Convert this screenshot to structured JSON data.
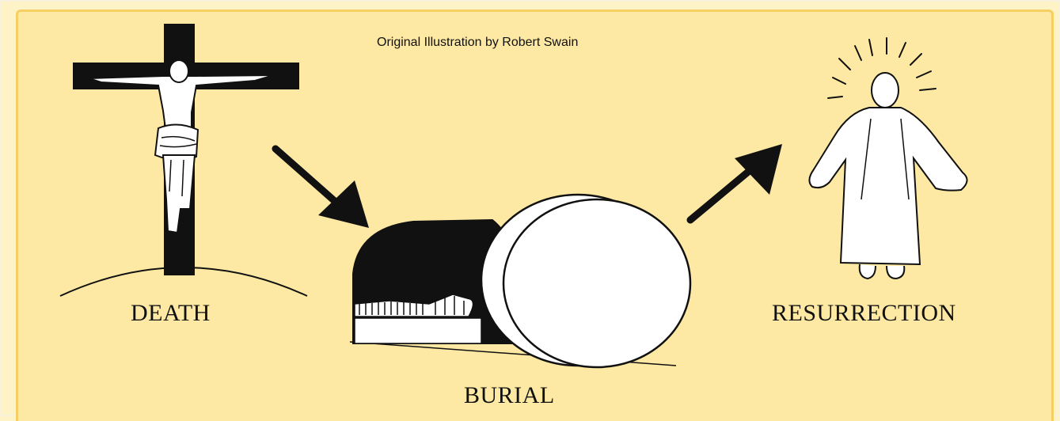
{
  "credit": "Original Illustration by Robert Swain",
  "stages": [
    {
      "id": "death",
      "label": "DEATH"
    },
    {
      "id": "burial",
      "label": "BURIAL"
    },
    {
      "id": "resurrection",
      "label": "RESURRECTION"
    }
  ],
  "colors": {
    "panel_background": "#fde9a3",
    "panel_border": "#f5cf63",
    "outer_background": "#fdf3c7",
    "ink": "#111111",
    "figure_fill": "#ffffff"
  }
}
